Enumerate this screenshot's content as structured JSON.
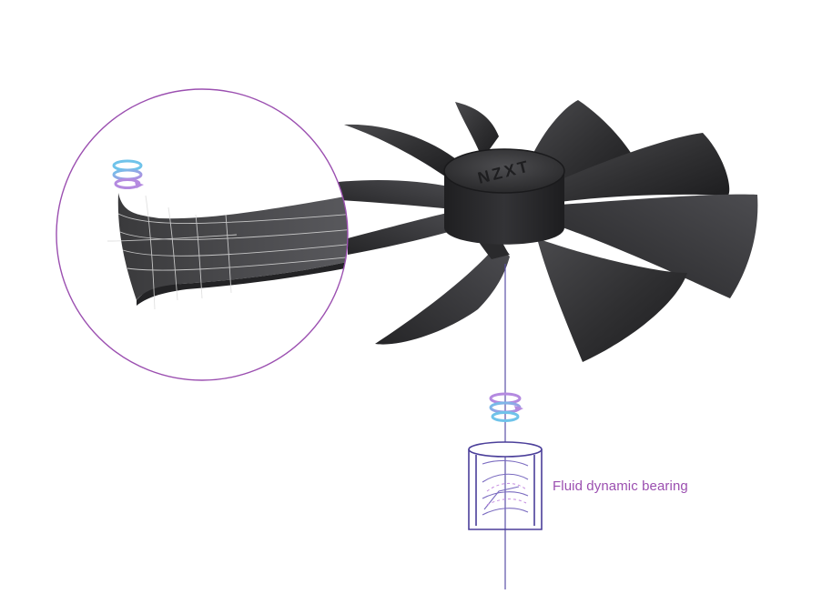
{
  "figure": {
    "brand_mark": "NZXT",
    "callouts": [
      {
        "id": "bearing",
        "label": "Fluid dynamic bearing"
      }
    ],
    "colors": {
      "blade": "#3a3a3c",
      "blade_dark": "#232325",
      "accent_purple": "#9b4fb0",
      "axis_line": "#5a4fa8",
      "airflow_blue": "#6fc3ea",
      "airflow_violet": "#b48ae0",
      "bearing_outline": "#4b3f9a"
    },
    "icons": [
      "airflow-swirl-icon",
      "bearing-cylinder-icon",
      "magnifier-circle"
    ]
  }
}
